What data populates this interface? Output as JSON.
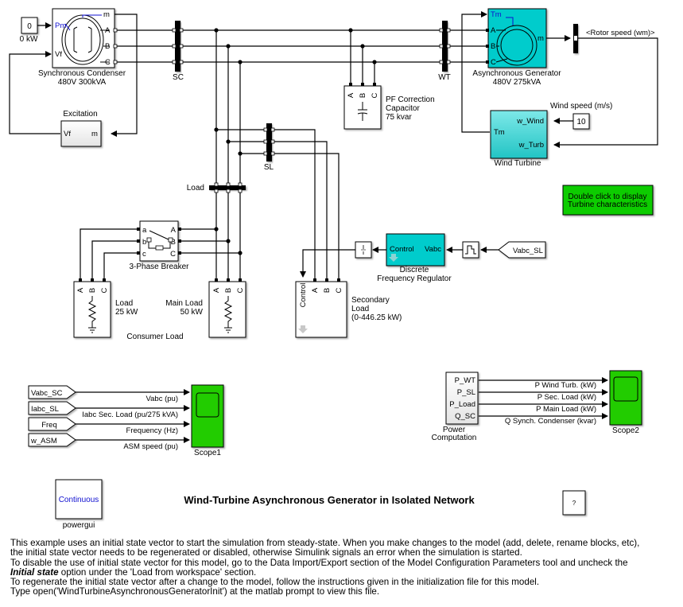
{
  "diagram_title": "Wind-Turbine Asynchronous Generator in Isolated Network",
  "colors": {
    "generator_fill": "#00cccc",
    "turbine_fill": "#66dddd",
    "scope_fill": "#22cc00",
    "info_fill": "#11cc00",
    "port_label_blue": "#1010d0"
  },
  "blocks": {
    "constant_pm": {
      "value": "0",
      "label": "0 kW"
    },
    "sync_condenser": {
      "name_line1": "Synchronous Condenser",
      "name_line2": "480V 300kVA",
      "ports": {
        "pm": "Pm",
        "vf": "Vf",
        "m": "m",
        "a": "A",
        "b": "B",
        "c": "C"
      }
    },
    "excitation": {
      "name": "Excitation",
      "ports": {
        "vf": "Vf",
        "m": "m"
      }
    },
    "bus_sc": {
      "name": "SC"
    },
    "bus_wt": {
      "name": "WT"
    },
    "bus_sl": {
      "name": "SL"
    },
    "bus_load": {
      "name": "Load"
    },
    "pf_capacitor": {
      "name_line1": "PF Correction",
      "name_line2": "Capacitor",
      "name_line3": "75 kvar",
      "ports": {
        "a": "A",
        "b": "B",
        "c": "C"
      }
    },
    "async_generator": {
      "name_line1": "Asynchronous Generator",
      "name_line2": "480V 275kVA",
      "ports": {
        "tm": "Tm",
        "a": "A",
        "b": "B",
        "c": "C",
        "m": "m"
      }
    },
    "rotor_speed_selector": {
      "signal": "<Rotor speed (wm)>"
    },
    "wind_turbine": {
      "name": "Wind Turbine",
      "ports": {
        "tm": "Tm",
        "w_wind": "w_Wind",
        "w_turb": "w_Turb"
      }
    },
    "wind_speed": {
      "label": "Wind speed (m/s)",
      "value": "10"
    },
    "info_button": {
      "line1": "Double click to display",
      "line2": "Turbine characteristics"
    },
    "breaker": {
      "name": "3-Phase Breaker",
      "ports": {
        "a_in": "a",
        "b_in": "b",
        "c_in": "c",
        "a_out": "A",
        "b_out": "B",
        "c_out": "C"
      }
    },
    "load_25": {
      "name_line1": "Load",
      "name_line2": "25 kW",
      "ports": {
        "a": "A",
        "b": "B",
        "c": "C"
      }
    },
    "main_load": {
      "name_line1": "Main Load",
      "name_line2": "50 kW",
      "ports": {
        "a": "A",
        "b": "B",
        "c": "C"
      }
    },
    "consumer_load": {
      "label": "Consumer Load"
    },
    "secondary_load": {
      "name_line1": "Secondary",
      "name_line2": "Load",
      "name_line3": "(0-446.25 kW)",
      "ports": {
        "control": "Control",
        "a": "A",
        "b": "B",
        "c": "C"
      }
    },
    "freq_regulator": {
      "name_line1": "Discrete",
      "name_line2": "Frequency Regulator",
      "ports": {
        "control": "Control",
        "vabc": "Vabc"
      }
    },
    "goto_vabc_sl": {
      "tag": "Vabc_SL"
    },
    "scope1": {
      "name": "Scope1",
      "inputs": [
        {
          "tag": "Vabc_SC",
          "signal": "Vabc (pu)"
        },
        {
          "tag": "Iabc_SL",
          "signal": "Iabc Sec. Load (pu/275 kVA)"
        },
        {
          "tag": "Freq",
          "signal": "Frequency (Hz)"
        },
        {
          "tag": "w_ASM",
          "signal": "ASM speed (pu)"
        }
      ]
    },
    "power_computation": {
      "name_line1": "Power",
      "name_line2": "Computation",
      "outputs": [
        {
          "port": "P_WT",
          "signal": "P Wind Turb.  (kW)"
        },
        {
          "port": "P_SL",
          "signal": "P Sec. Load  (kW)"
        },
        {
          "port": "P_Load",
          "signal": "P Main Load (kW)"
        },
        {
          "port": "Q_SC",
          "signal": "Q Synch.  Condenser (kvar)"
        }
      ]
    },
    "scope2": {
      "name": "Scope2"
    },
    "powergui": {
      "mode": "Continuous",
      "name": "powergui"
    },
    "help_button": {
      "label": "?"
    }
  },
  "notes": {
    "line1": "This example uses an initial state vector to start the simulation from steady-state. When you make changes to the model (add, delete, rename blocks, etc),",
    "line2": "the initial state vector needs to be regenerated or disabled, otherwise Simulink signals an error when the simulation is started.",
    "line3": "To disable the use of initial state vector for this model, go to the Data Import/Export section of the Model Configuration Parameters tool and uncheck the",
    "line4_bold": "Initial state",
    "line4_rest": " option under the 'Load from workspace' section.",
    "line5": "To regenerate the initial state vector after a change to the model, follow the instructions given in the initialization file for this model.",
    "line6": "Type open('WindTurbineAsynchronousGeneratorInit') at the matlab prompt to view this file."
  }
}
